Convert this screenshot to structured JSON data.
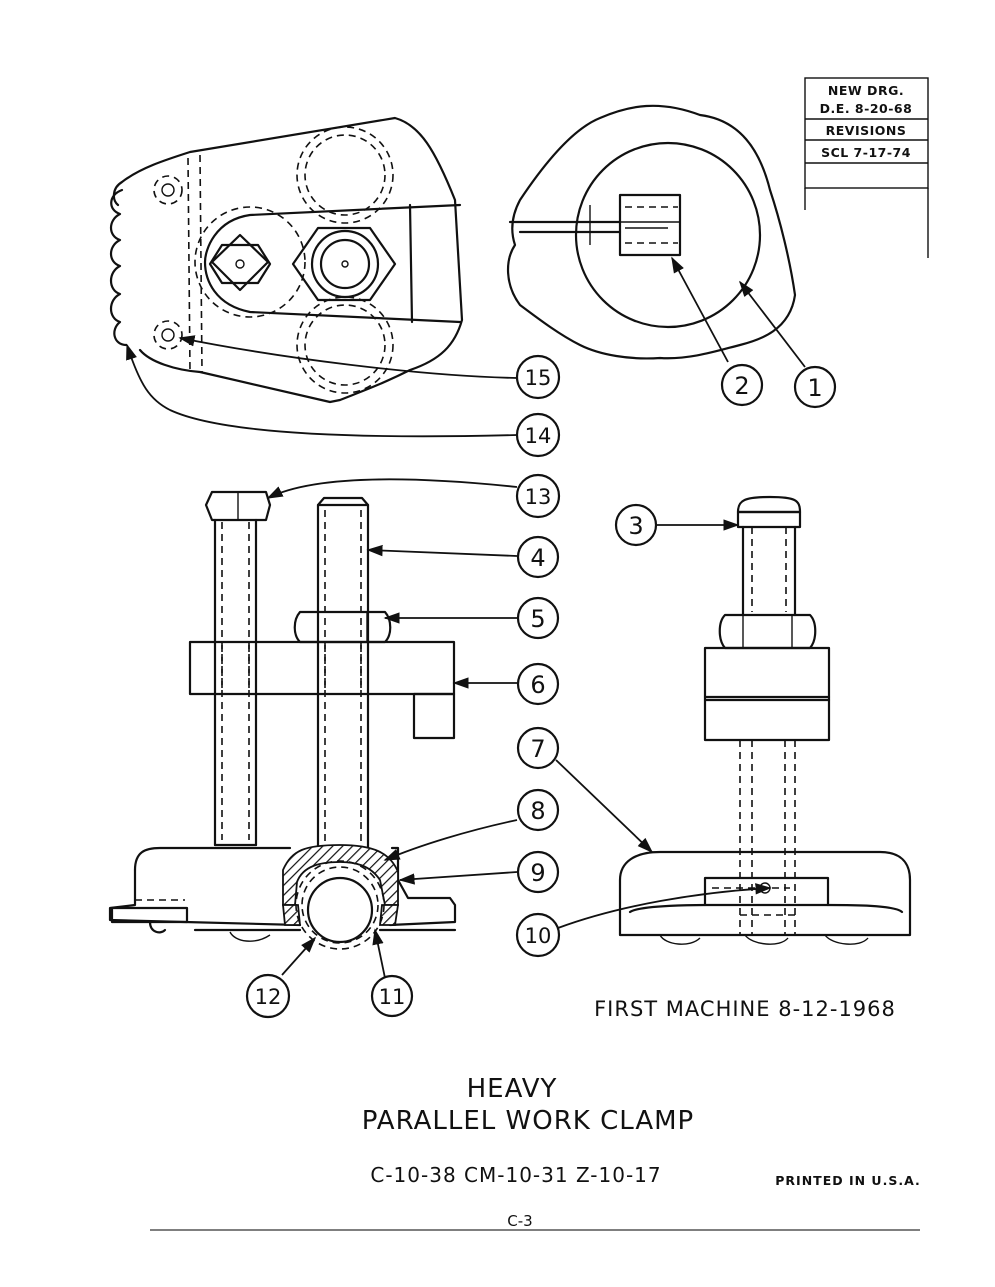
{
  "revision_block": {
    "rows": [
      "NEW DRG.",
      "D.E. 8-20-68",
      "REVISIONS",
      "SCL  7-17-74"
    ]
  },
  "callouts": [
    "1",
    "2",
    "3",
    "4",
    "5",
    "6",
    "7",
    "8",
    "9",
    "10",
    "11",
    "12",
    "13",
    "14",
    "15"
  ],
  "first_machine_note": "FIRST MACHINE 8-12-1968",
  "title": {
    "line1": "HEAVY",
    "line2": "PARALLEL WORK CLAMP"
  },
  "part_numbers": "C-10-38   CM-10-31  Z-10-17",
  "printed_note": "PRINTED IN U.S.A.",
  "page_number": "C-3"
}
